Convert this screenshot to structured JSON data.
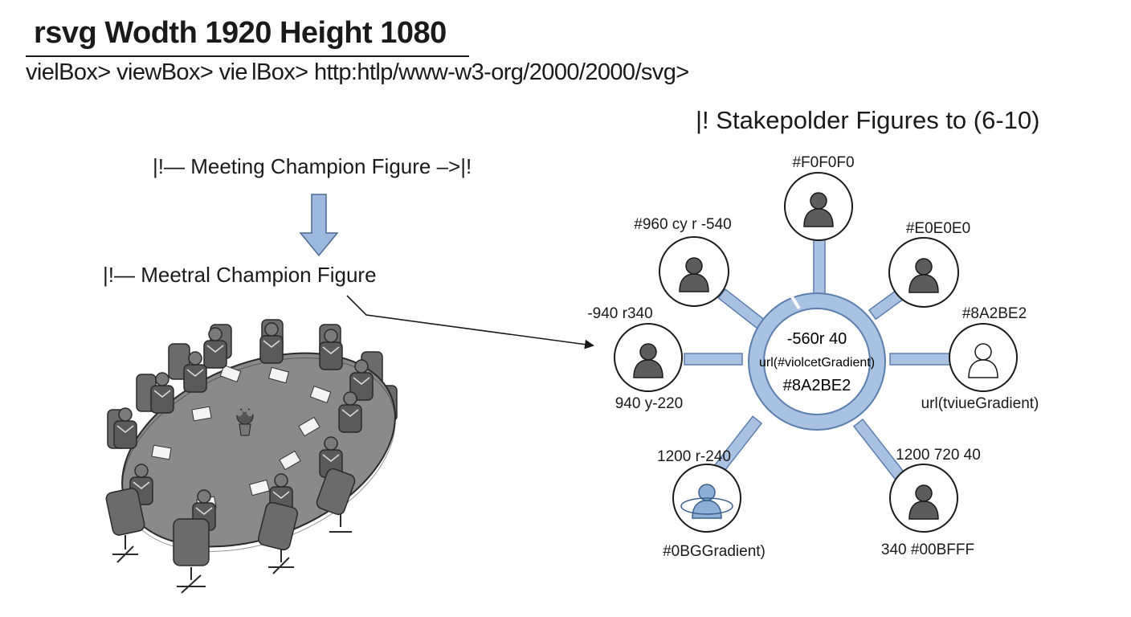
{
  "header": {
    "title": "rsvg Wodth 1920 Height 1080",
    "subtitle": "vielBox> viewBox> vie lBox> http:htlp/www-w3-org/2000/2000/svg>"
  },
  "left": {
    "comment_top": "|!— Meeting Champion Figure –>|!",
    "comment_bottom": "|!— Meetral Champion Figure"
  },
  "right": {
    "heading": "|! Stakepolder Figures to (6-10)",
    "hub": {
      "line1": "-560r 40",
      "line2": "url(#violcetGradient)",
      "line3": "#8A2BE2"
    },
    "labels": {
      "top": "#F0F0F0",
      "upper_left": "#960 cy r -540",
      "upper_right": "#E0E0E0",
      "left_above": "-940 r340",
      "left_below": "940 y-220",
      "right_above": "#8A2BE2",
      "right_below": "url(tviueGradient)",
      "lower_left_above": "1200 r-240",
      "lower_left_below": "#0BGGradient)",
      "lower_right_above": "1200 720 40",
      "lower_right_below": "340 #00BFFF"
    }
  },
  "colors": {
    "accent_blue": "#8fb0d6",
    "accent_stroke": "#5a7fae",
    "ink": "#1a1a1a",
    "table_gray": "#8a8a8a",
    "chair_gray": "#6b6b6b",
    "person_gray": "#5c5c5c"
  }
}
